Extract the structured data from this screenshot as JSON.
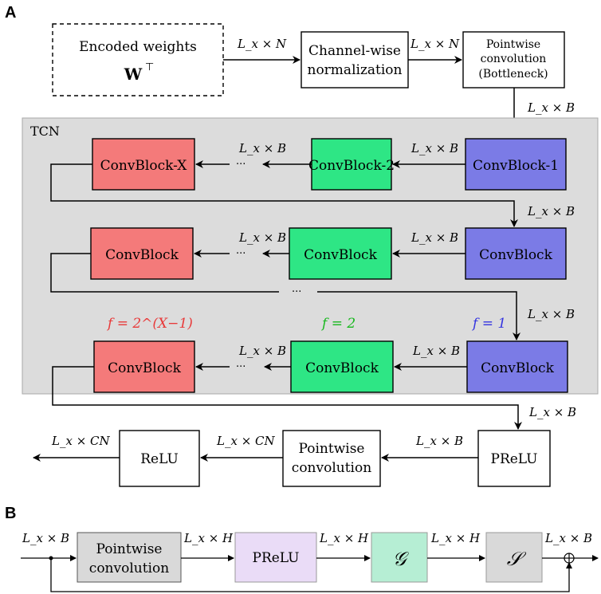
{
  "panel_a_label": "A",
  "panel_b_label": "B",
  "tcn_label": "TCN",
  "encoded_weights": {
    "line1": "Encoded weights",
    "line2": "W",
    "sup": "⊤"
  },
  "channel_norm": {
    "line1": "Channel-wise",
    "line2": "normalization"
  },
  "pointwise_bottleneck": {
    "line1": "Pointwise",
    "line2": "convolution",
    "line3": "(Bottleneck)"
  },
  "convblock_row1": {
    "first": "ConvBlock-1",
    "second": "ConvBlock-2",
    "last": "ConvBlock-X"
  },
  "convblock": "ConvBlock",
  "ellipsis": "···",
  "dilation": {
    "f1": "f = 1",
    "f2": "f = 2",
    "fX": "f = 2^(X−1)"
  },
  "prelu": "PReLU",
  "pointwise_conv": {
    "line1": "Pointwise",
    "line2": "convolution"
  },
  "relu": "ReLU",
  "dims": {
    "LxN": "L_x × N",
    "LxB": "L_x × B",
    "LxCN": "L_x × CN",
    "LxH": "L_x × H"
  },
  "block_b": {
    "pointwise_line1": "Pointwise",
    "pointwise_line2": "convolution",
    "prelu": "PReLU",
    "g": "𝒢",
    "s": "𝒮"
  },
  "colors": {
    "blue": "#7b7be6",
    "green": "#2ee685",
    "red": "#f47a7a",
    "gray_bg": "#dcdcdc",
    "purple": "#eadcf7",
    "mint": "#b6eed4",
    "light_gray": "#d9d9d9",
    "f_red": "#e83a3a",
    "f_green": "#18b81e",
    "f_blue": "#3535e0"
  }
}
